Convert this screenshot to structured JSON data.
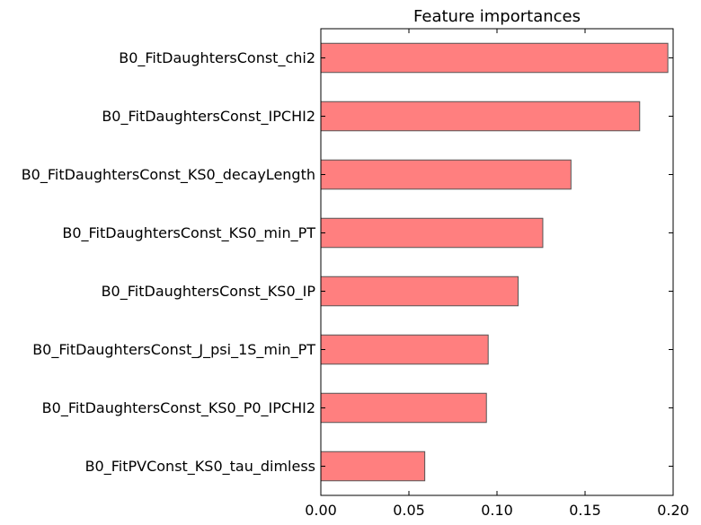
{
  "chart_data": {
    "type": "bar",
    "orientation": "horizontal",
    "title": "Feature importances",
    "xlabel": "",
    "ylabel": "",
    "xlim": [
      0.0,
      0.2
    ],
    "xticks": [
      "0.00",
      "0.05",
      "0.10",
      "0.15",
      "0.20"
    ],
    "categories": [
      "B0_FitDaughtersConst_chi2",
      "B0_FitDaughtersConst_IPCHI2",
      "B0_FitDaughtersConst_KS0_decayLength",
      "B0_FitDaughtersConst_KS0_min_PT",
      "B0_FitDaughtersConst_KS0_IP",
      "B0_FitDaughtersConst_J_psi_1S_min_PT",
      "B0_FitDaughtersConst_KS0_P0_IPCHI2",
      "B0_FitPVConst_KS0_tau_dimless"
    ],
    "values": [
      0.197,
      0.181,
      0.142,
      0.126,
      0.112,
      0.095,
      0.094,
      0.059
    ],
    "bar_color": "#ff7f7f",
    "bar_edge_color": "#555555",
    "grid": false,
    "legend": "none"
  }
}
